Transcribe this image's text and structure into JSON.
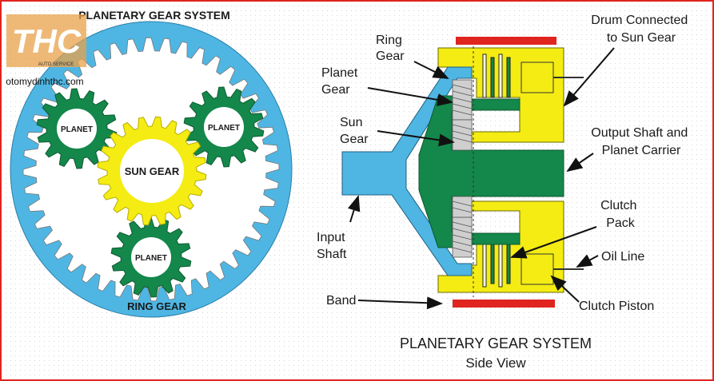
{
  "frame": {
    "border_color": "#e0241f"
  },
  "colors": {
    "blue": "#4fb6e3",
    "green": "#14874a",
    "yellow": "#f4ec13",
    "red": "#e0241f",
    "gray": "#cfcfcf"
  },
  "watermark": {
    "logo_text": "THC",
    "sub_text": "AUTO SERVICE",
    "url": "otomydinhthc.com"
  },
  "front_view": {
    "title": "PLANETARY GEAR SYSTEM",
    "sun_label": "SUN GEAR",
    "planet_labels": [
      "PLANET",
      "PLANET",
      "PLANET"
    ],
    "ring_label": "RING GEAR"
  },
  "side_view": {
    "labels": {
      "ring_gear": [
        "Ring",
        "Gear"
      ],
      "planet_gear": [
        "Planet",
        "Gear"
      ],
      "sun_gear": [
        "Sun",
        "Gear"
      ],
      "input_shaft": [
        "Input",
        "Shaft"
      ],
      "band": "Band",
      "drum": [
        "Drum Connected",
        "to Sun Gear"
      ],
      "output_shaft": [
        "Output Shaft and",
        "Planet Carrier"
      ],
      "clutch_pack": [
        "Clutch",
        "Pack"
      ],
      "oil_line": "Oil Line",
      "clutch_piston": "Clutch Piston"
    },
    "title": "PLANETARY GEAR SYSTEM",
    "subtitle": "Side View"
  }
}
